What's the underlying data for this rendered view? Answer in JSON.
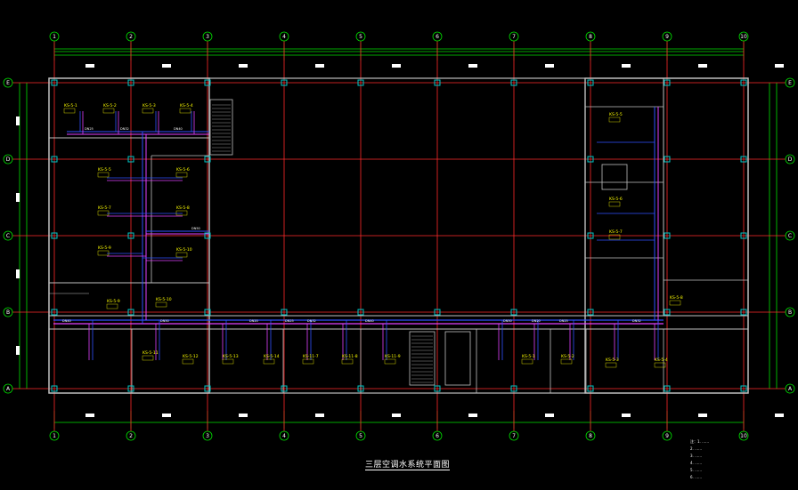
{
  "drawing": {
    "title": "三层空调水系统平面图",
    "notes": [
      "注：1. ……",
      "2. ……",
      "3. ……",
      "4. ……",
      "5. ……",
      "6. ……"
    ]
  },
  "grid": {
    "column_labels": [
      "1",
      "2",
      "3",
      "4",
      "5",
      "6",
      "7",
      "8",
      "9",
      "10"
    ],
    "row_labels": [
      "E",
      "D",
      "C",
      "B",
      "A"
    ]
  },
  "units": {
    "yellow_tags": [
      "KS-5-1",
      "KS-5-2",
      "KS-5-3",
      "KS-5-4",
      "KS-5-5",
      "KS-5-6",
      "KS-5-7",
      "KS-5-8",
      "KS-5-9",
      "KS-5-10",
      "KS-5-11",
      "KS-5-12",
      "KS-5-13",
      "KS-5-14",
      "KS-11-7",
      "KS-11-8",
      "KS-11-9"
    ],
    "pipe_tags": [
      "DN25",
      "DN32",
      "DN40",
      "DN50",
      "DN20"
    ]
  },
  "colors": {
    "background": "#000000",
    "grid_axis": "#ff2a2a",
    "dimension": "#00e000",
    "wall": "#bfbfbf",
    "pipe_supply": "#3050ff",
    "pipe_return": "#e040ff",
    "tag": "#ffff00",
    "column": "#00c8c8"
  }
}
